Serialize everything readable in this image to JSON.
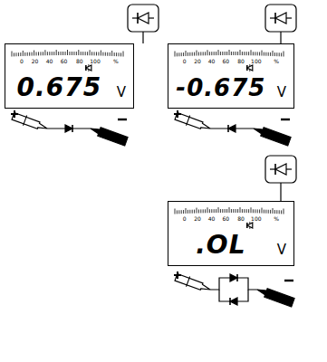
{
  "diagram": {
    "nodes": [
      {
        "text": [
          "0.675",
          "V"
        ]
      },
      {
        "text": [
          "-0.675",
          "V"
        ]
      },
      {
        "text": [
          ".OL",
          "V"
        ]
      }
    ],
    "labels": [
      "0",
      "20",
      "40",
      "60",
      "80",
      "100",
      "%",
      "0",
      "20",
      "40",
      "60",
      "80",
      "100",
      "%",
      "0",
      "20",
      "40",
      "60",
      "80",
      "100",
      "%"
    ]
  }
}
